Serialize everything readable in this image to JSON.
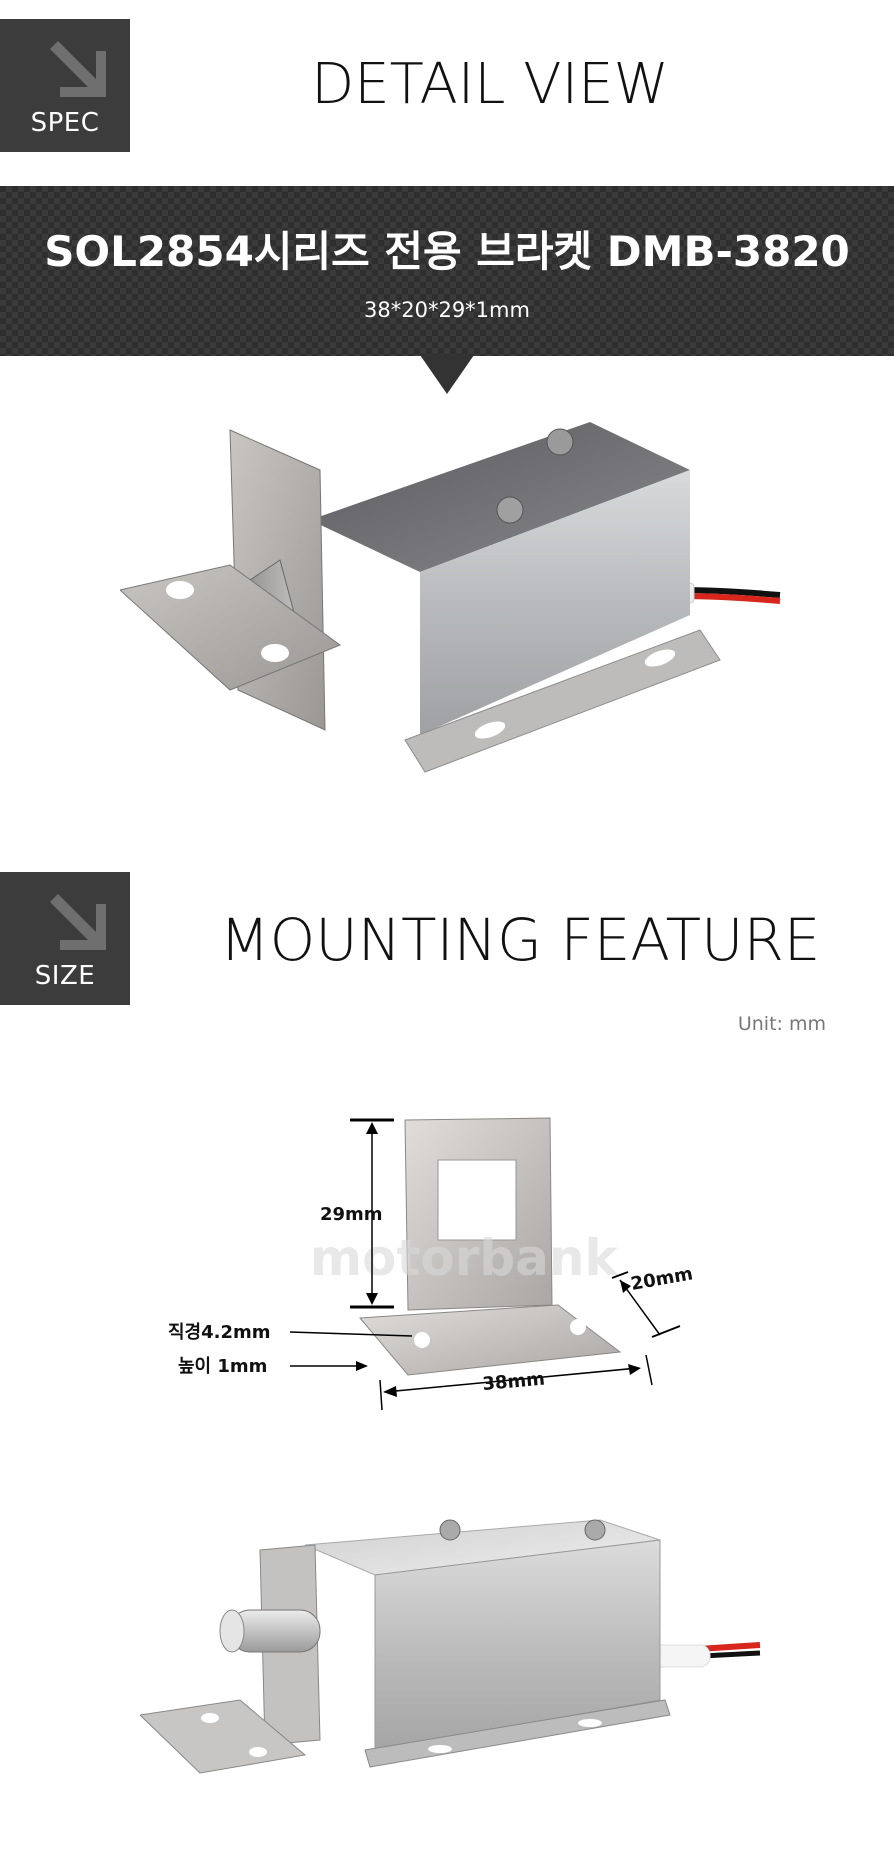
{
  "spec_section": {
    "badge_label": "SPEC",
    "title": "DETAIL VIEW"
  },
  "product": {
    "name": "SOL2854시리즈 전용 브라켓 DMB-3820",
    "dimensions": "38*20*29*1mm"
  },
  "size_section": {
    "badge_label": "SIZE",
    "title": "MOUNTING FEATURE",
    "unit": "Unit: mm"
  },
  "diagram": {
    "height_label": "29mm",
    "depth_label": "20mm",
    "width_label": "38mm",
    "hole_label": "직경4.2mm",
    "thickness_label": "높이 1mm",
    "watermark": "motorbank"
  },
  "colors": {
    "badge": "#3c3c3c",
    "band": "#2e2e2e",
    "wire_red": "#d8261c"
  }
}
